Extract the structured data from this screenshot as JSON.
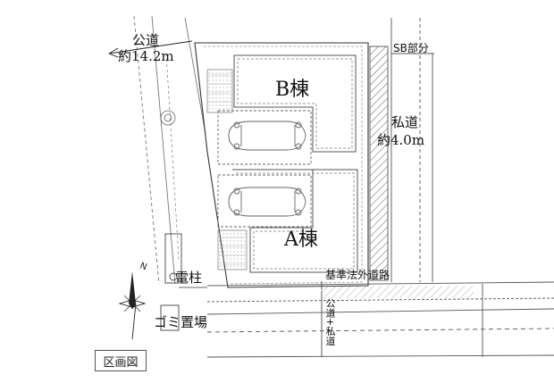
{
  "labels": {
    "public_road": "公道",
    "public_road_width": "約14.2m",
    "sb_part": "SB部分",
    "private_road": "私道",
    "private_road_width": "約4.0m",
    "building_b": "B棟",
    "building_a": "A棟",
    "utility_pole": "電柱",
    "out_of_standard_road": "基準法外道路",
    "public_private_road": "公道+私道",
    "garbage_area": "ゴミ置場",
    "legend": "区画図",
    "north_mark": "N"
  }
}
